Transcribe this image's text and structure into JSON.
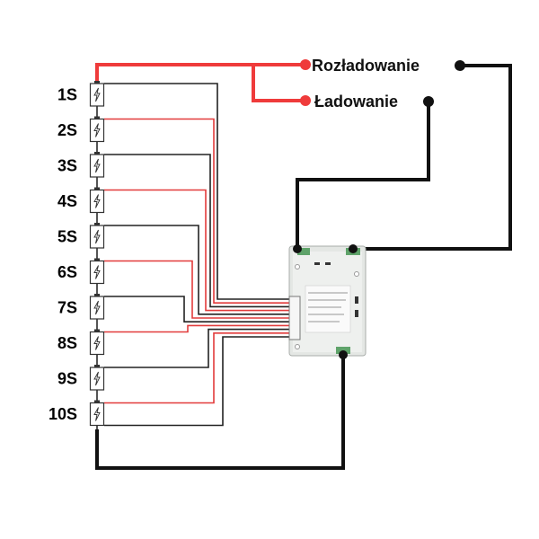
{
  "diagram": {
    "cells": [
      {
        "label": "1S"
      },
      {
        "label": "2S"
      },
      {
        "label": "3S"
      },
      {
        "label": "4S"
      },
      {
        "label": "5S"
      },
      {
        "label": "6S"
      },
      {
        "label": "7S"
      },
      {
        "label": "8S"
      },
      {
        "label": "9S"
      },
      {
        "label": "10S"
      }
    ],
    "discharge_label": "Rozładowanie",
    "charge_label": "Ładowanie",
    "colors": {
      "positive_wire": "#ef3b3b",
      "negative_wire": "#111111",
      "red_balance_wire": "#e23b3b",
      "black_balance_wire": "#222222"
    }
  }
}
